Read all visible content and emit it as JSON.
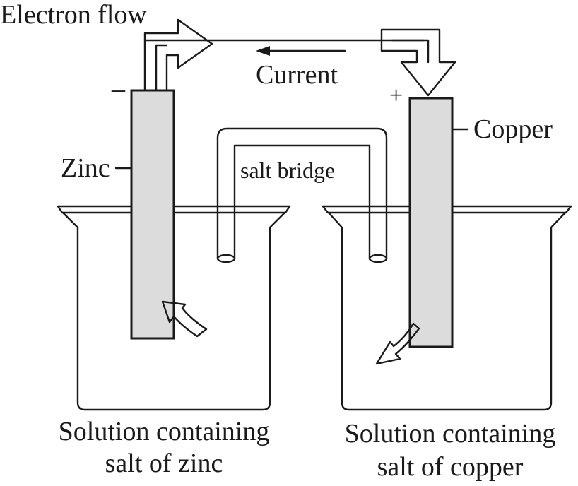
{
  "labels": {
    "electron_flow": "Electron flow",
    "current": "Current",
    "zinc": "Zinc",
    "copper": "Copper",
    "salt_bridge": "salt bridge",
    "anode_sign": "–",
    "cathode_sign": "+",
    "left_solution_line1": "Solution containing",
    "left_solution_line2": "salt of zinc",
    "right_solution_line1": "Solution containing",
    "right_solution_line2": "salt of copper"
  },
  "colors": {
    "line": "#1a1a1a",
    "electrode_fill": "#dcdcdc",
    "background": "#ffffff"
  }
}
